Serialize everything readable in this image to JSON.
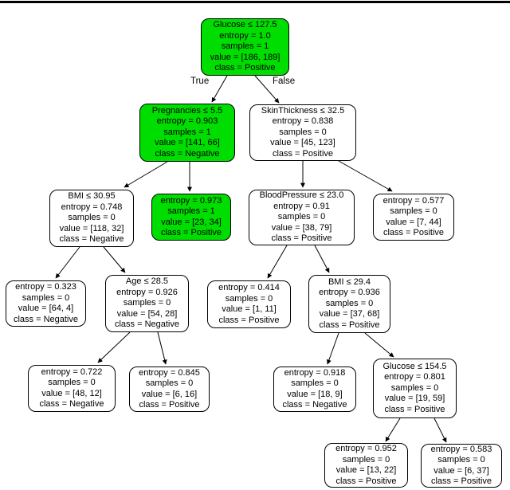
{
  "figure": {
    "kind": "decision-tree",
    "colors": {
      "highlight_green": "#00DD00",
      "node_background": "#FFFFFF",
      "line_color": "#000000"
    }
  },
  "edges": {
    "true_label": "True",
    "false_label": "False"
  },
  "nodes": {
    "root": {
      "label": "Glucose ≤ 127.5",
      "entropy": "entropy = 1.0",
      "samples": "samples = 1",
      "value": "value = [186, 189]",
      "class": "class = Positive"
    },
    "pregnancies": {
      "label": "Pregnancies ≤ 5.5",
      "entropy": "entropy = 0.903",
      "samples": "samples = 1",
      "value": "value = [141, 66]",
      "class": "class = Negative"
    },
    "skin_thickness": {
      "label": "SkinThickness ≤ 32.5",
      "entropy": "entropy = 0.838",
      "samples": "samples = 0",
      "value": "value = [45, 123]",
      "class": "class = Positive"
    },
    "bmi_3095": {
      "label": "BMI ≤ 30.95",
      "entropy": "entropy = 0.748",
      "samples": "samples = 0",
      "value": "value = [118, 32]",
      "class": "class = Negative"
    },
    "leaf_0973": {
      "entropy": "entropy = 0.973",
      "samples": "samples = 1",
      "value": "value = [23, 34]",
      "class": "class = Positive"
    },
    "blood_pressure": {
      "label": "BloodPressure ≤ 23.0",
      "entropy": "entropy = 0.91",
      "samples": "samples = 0",
      "value": "value = [38, 79]",
      "class": "class = Positive"
    },
    "leaf_0577": {
      "entropy": "entropy = 0.577",
      "samples": "samples = 0",
      "value": "value = [7, 44]",
      "class": "class = Positive"
    },
    "leaf_0323": {
      "entropy": "entropy = 0.323",
      "samples": "samples = 0",
      "value": "value = [64, 4]",
      "class": "class = Negative"
    },
    "age": {
      "label": "Age ≤ 28.5",
      "entropy": "entropy = 0.926",
      "samples": "samples = 0",
      "value": "value = [54, 28]",
      "class": "class = Negative"
    },
    "leaf_0414": {
      "entropy": "entropy = 0.414",
      "samples": "samples = 0",
      "value": "value = [1, 11]",
      "class": "class = Positive"
    },
    "bmi_294": {
      "label": "BMI ≤ 29.4",
      "entropy": "entropy = 0.936",
      "samples": "samples = 0",
      "value": "value = [37, 68]",
      "class": "class = Positive"
    },
    "leaf_0722": {
      "entropy": "entropy = 0.722",
      "samples": "samples = 0",
      "value": "value = [48, 12]",
      "class": "class = Negative"
    },
    "leaf_0845": {
      "entropy": "entropy = 0.845",
      "samples": "samples = 0",
      "value": "value = [6, 16]",
      "class": "class = Positive"
    },
    "leaf_0918": {
      "entropy": "entropy = 0.918",
      "samples": "samples = 0",
      "value": "value = [18, 9]",
      "class": "class = Negative"
    },
    "glucose_1545": {
      "label": "Glucose ≤ 154.5",
      "entropy": "entropy = 0.801",
      "samples": "samples = 0",
      "value": "value = [19, 59]",
      "class": "class = Positive"
    },
    "leaf_0952": {
      "entropy": "entropy = 0.952",
      "samples": "samples = 0",
      "value": "value = [13, 22]",
      "class": "class = Positive"
    },
    "leaf_0583": {
      "entropy": "entropy = 0.583",
      "samples": "samples = 0",
      "value": "value = [6, 37]",
      "class": "class = Positive"
    }
  }
}
